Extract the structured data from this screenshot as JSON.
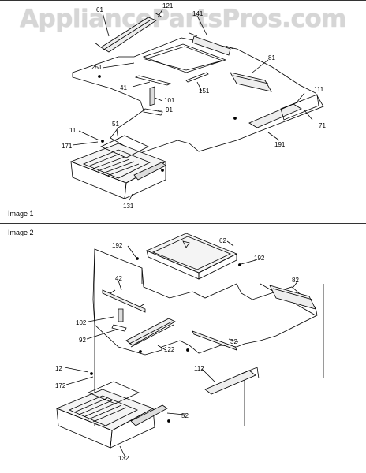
{
  "watermark": "AppliancePartsPros.com",
  "image1": {
    "label": "Image 1",
    "callouts": [
      "61",
      "121",
      "141",
      "251",
      "81",
      "41",
      "151",
      "111",
      "101",
      "91",
      "71",
      "11",
      "51",
      "171",
      "191",
      "131"
    ]
  },
  "image2": {
    "label": "Image 2",
    "callouts": [
      "62",
      "192",
      "192",
      "82",
      "42",
      "102",
      "92",
      "122",
      "32",
      "12",
      "112",
      "172",
      "52",
      "132"
    ]
  }
}
